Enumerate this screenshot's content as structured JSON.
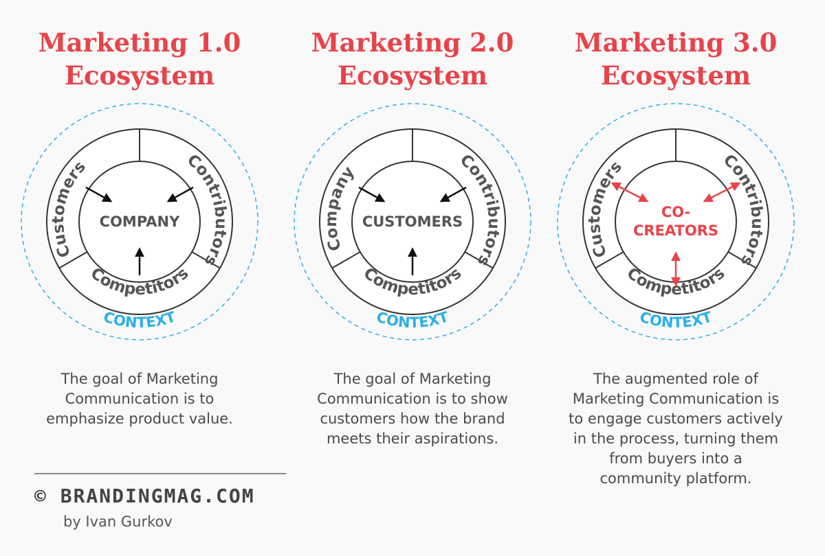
{
  "colors": {
    "title": "#e8434a",
    "context": "#2bb0e6",
    "ring": "#333333",
    "ring_label": "#555555",
    "arrow_black": "#111111",
    "arrow_red": "#e8434a",
    "body_text": "#4a4a4a"
  },
  "panels": [
    {
      "title_line1": "Marketing 1.0",
      "title_line2": "Ecosystem",
      "left_label": "Customers",
      "right_label": "Contributors",
      "bottom_label": "Competitors",
      "context_label": "CONTEXT",
      "center_line1": "COMPANY",
      "center_line2": "",
      "center_color": "#555555",
      "arrow_color": "#111111",
      "bidirectional": false,
      "desc_lines": [
        "The goal of Marketing",
        "Communication is to",
        "emphasize product value."
      ]
    },
    {
      "title_line1": "Marketing 2.0",
      "title_line2": "Ecosystem",
      "left_label": "Company",
      "right_label": "Contributors",
      "bottom_label": "Competitors",
      "context_label": "CONTEXT",
      "center_line1": "CUSTOMERS",
      "center_line2": "",
      "center_color": "#555555",
      "arrow_color": "#111111",
      "bidirectional": false,
      "desc_lines": [
        "The goal of Marketing",
        "Communication is to show",
        "customers how the brand",
        "meets their aspirations."
      ]
    },
    {
      "title_line1": "Marketing 3.0",
      "title_line2": "Ecosystem",
      "left_label": "Customers",
      "right_label": "Contributors",
      "bottom_label": "Competitors",
      "context_label": "CONTEXT",
      "center_line1": "CO-",
      "center_line2": "CREATORS",
      "center_color": "#e8434a",
      "arrow_color": "#e8434a",
      "bidirectional": true,
      "desc_lines": [
        "The augmented role of",
        "Marketing Communication is",
        "to engage customers actively",
        "in the process, turning them",
        "from buyers into a",
        "community platform."
      ]
    }
  ],
  "footer": {
    "brand": "© BRANDINGMAG.COM",
    "author": "by Ivan Gurkov"
  }
}
